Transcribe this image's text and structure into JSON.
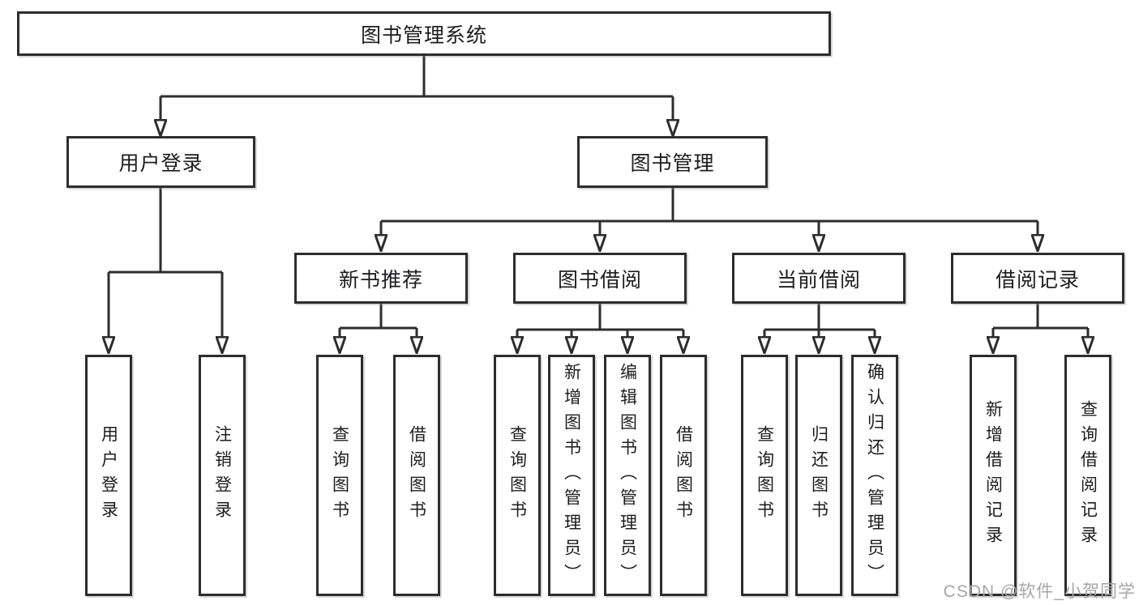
{
  "nodes": {
    "root": "图书管理系统",
    "user_login": "用户登录",
    "book_mgmt": "图书管理",
    "new_books": "新书推荐",
    "book_borrow": "图书借阅",
    "current_borrow": "当前借阅",
    "borrow_records": "借阅记录",
    "leaf_user_login": "用户登录",
    "leaf_logout": "注销登录",
    "leaf_nb_query": "查询图书",
    "leaf_nb_borrow": "借阅图书",
    "leaf_bb_query": "查询图书",
    "leaf_bb_add": "新增图书（管理员）",
    "leaf_bb_edit": "编辑图书（管理员）",
    "leaf_bb_borrow": "借阅图书",
    "leaf_cb_query": "查询图书",
    "leaf_cb_return": "归还图书",
    "leaf_cb_confirm": "确认归还（管理员）",
    "leaf_br_add": "新增借阅记录",
    "leaf_br_query": "查询借阅记录"
  },
  "watermark": "CSDN @软件_小贺同学",
  "colors": {
    "line": "#2d2d2d",
    "box_border": "#2d2d2d",
    "text": "#1d1d1f",
    "watermark": "#a6a6a6",
    "background": "#ffffff"
  }
}
